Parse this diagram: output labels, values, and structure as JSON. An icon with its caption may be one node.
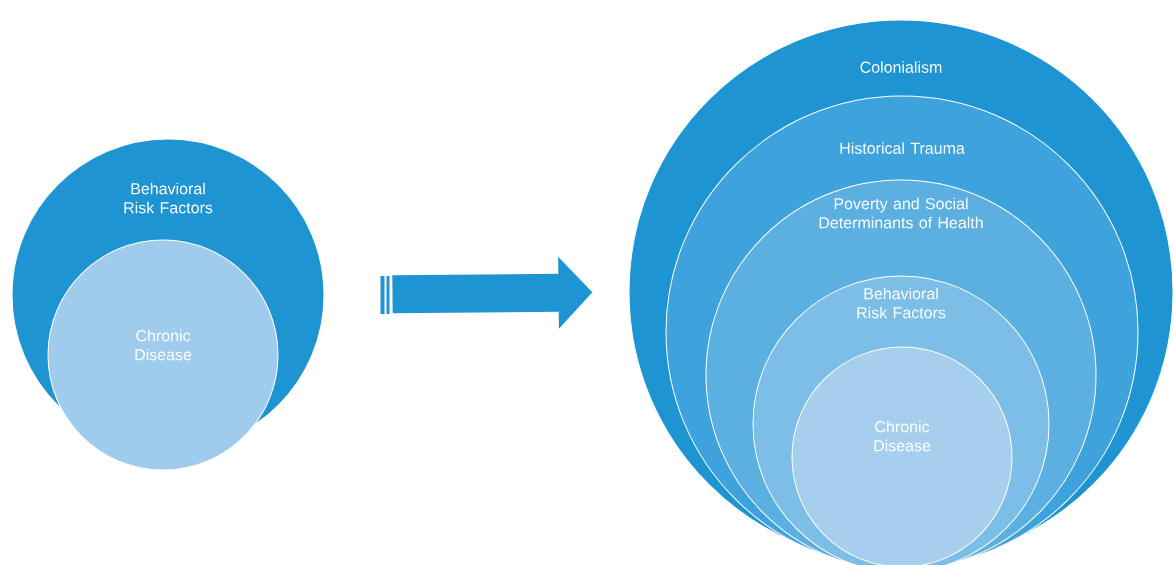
{
  "diagram": {
    "nodes": [
      {
        "text": [
          "Behavioral Risk Factors"
        ]
      },
      {
        "text": [
          "Chronic Disease"
        ],
        "in": 0
      },
      {
        "text": [
          "Colonialism"
        ]
      },
      {
        "text": [
          "Historical Trauma"
        ],
        "in": 2
      },
      {
        "text": [
          "Poverty and Social Determinants of Health"
        ],
        "in": 3
      },
      {
        "text": [
          "Behavioral Risk Factors"
        ],
        "in": 4
      },
      {
        "text": [
          "Chronic Disease"
        ],
        "in": 5
      }
    ],
    "edges": [
      {
        "from": 0,
        "to": 2,
        "arrow": "to"
      }
    ]
  }
}
